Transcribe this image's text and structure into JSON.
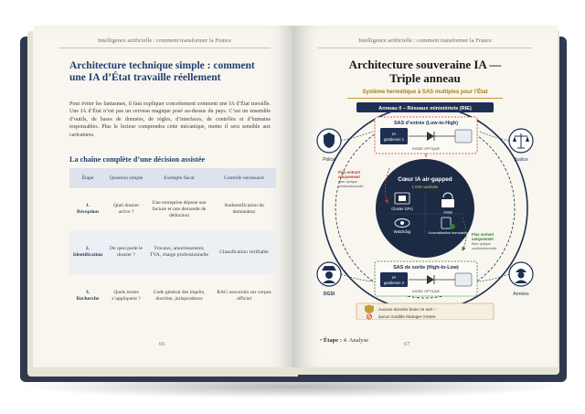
{
  "left_page": {
    "running_head": "Intelligence artificielle : comment transformer la France",
    "title": "Architecture technique simple : comment une IA d’État travaille réellement",
    "paragraph": "Pour éviter les fantasmes, il faut expliquer concrètement comment une IA d’État travaille. Une IA d’État n’est pas un cerveau magique posé au-dessus du pays. C’est un ensemble d’outils, de bases de données, de règles, d’interfaces, de contrôles et d’humains responsables. Plus le lecteur comprendra cette mécanique, moins il sera sensible aux caricatures.",
    "subtitle": "La chaîne complète d’une décision assistée",
    "table": {
      "headers": [
        "Étape",
        "Question simple",
        "Exemple fiscal",
        "Contrôle nécessaire"
      ],
      "rows": [
        {
          "stage_number": "1.",
          "stage_name": "Réception",
          "question": "Quel dossier arrive ?",
          "example": "Une entreprise dépose une facture et une demande de déduction",
          "control": "Authentification du demandeur"
        },
        {
          "stage_number": "2.",
          "stage_name": "Identification",
          "question": "De quoi parle le dossier ?",
          "example": "Travaux, amortissement, TVA, charge professionnelle",
          "control": "Classification vérifiable"
        },
        {
          "stage_number": "3.",
          "stage_name": "Recherche",
          "question": "Quels textes s’appliquent ?",
          "example": "Code général des impôts, doctrine, jurisprudence",
          "control": "RAG souverain sur corpus officiel"
        }
      ]
    },
    "page_number": "66"
  },
  "right_page": {
    "running_head": "Intelligence artificielle : comment transformer la France",
    "title_line1": "Architecture souveraine IA —",
    "title_line2": "Triple anneau",
    "subtitle": "Système hermétique à SAS multiples pour l’État",
    "diagram": {
      "ring_label": "Anneau 0 – Réseaux ministériels (RIE)",
      "sas_entry": {
        "title": "SAS d’entrée (Low-to-High)",
        "ia_box_line1": "IA",
        "ia_box_line2": "gardienne 1",
        "diode_label": "DIODE OPTIQUE"
      },
      "sas_exit": {
        "title": "SAS de sortie (High-to-Low)",
        "ia_box_line1": "IA",
        "ia_box_line2": "gardienne 2",
        "diode_label": "DIODE OPTIQUE"
      },
      "core": {
        "title": "Cœur IA air-gapped",
        "power": "1 GW nucléaire",
        "modules": [
          {
            "label": "Cluster GPU",
            "icon": "gpu-chip-icon"
          },
          {
            "label": "HSM",
            "icon": "padlock-icon"
          },
          {
            "label": "Watchdog",
            "icon": "eye-icon"
          },
          {
            "label": "Journalisation immuable",
            "icon": "document-lock-icon"
          }
        ]
      },
      "flux_in": [
        "Flux entrant",
        "uniquement",
        "fibre optique",
        "unidirectionnelle"
      ],
      "flux_out": [
        "Flux sortant",
        "uniquement",
        "fibre optique",
        "unidirectionnelle"
      ],
      "nodes": [
        {
          "label": "Police",
          "icon": "police-shield-icon"
        },
        {
          "label": "Justice",
          "icon": "scales-icon"
        },
        {
          "label": "DGSI",
          "icon": "spy-icon"
        },
        {
          "label": "Armées",
          "icon": "soldier-icon"
        }
      ],
      "notes": [
        {
          "text": "Aucune donnée brute ne sort –",
          "icon": "shield-check-icon"
        },
        {
          "text": "aucun modèle étranger n’entre",
          "icon": "no-entry-icon"
        }
      ],
      "colors": {
        "navy": "#1d2f52",
        "core": "#1c2a44",
        "accent_red": "#c0392b",
        "accent_green": "#2e7d32",
        "gold": "#b07a12"
      }
    },
    "etape_label": "Étape :",
    "etape_value": "4. Analyse",
    "page_number": "67"
  }
}
